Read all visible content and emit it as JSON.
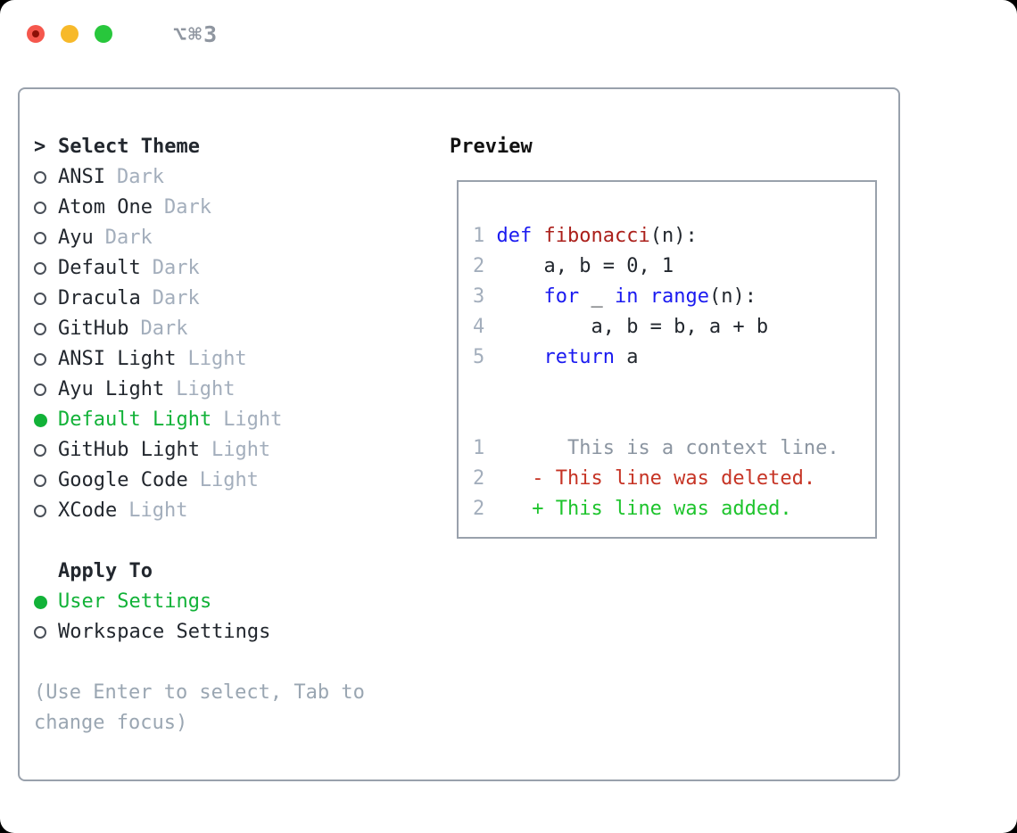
{
  "window": {
    "title": "⌥⌘3",
    "traffic_lights": [
      {
        "name": "close",
        "color": "#f5574d",
        "dot": "#8c1007"
      },
      {
        "name": "minimize",
        "color": "#f7b92a"
      },
      {
        "name": "zoom",
        "color": "#28c73c"
      }
    ]
  },
  "theme_panel": {
    "header": {
      "cursor": ">",
      "label": "Select Theme"
    },
    "items": [
      {
        "name": "ANSI",
        "tag": "Dark",
        "selected": false
      },
      {
        "name": "Atom One",
        "tag": "Dark",
        "selected": false
      },
      {
        "name": "Ayu",
        "tag": "Dark",
        "selected": false
      },
      {
        "name": "Default",
        "tag": "Dark",
        "selected": false
      },
      {
        "name": "Dracula",
        "tag": "Dark",
        "selected": false
      },
      {
        "name": "GitHub",
        "tag": "Dark",
        "selected": false
      },
      {
        "name": "ANSI Light",
        "tag": "Light",
        "selected": false
      },
      {
        "name": "Ayu Light",
        "tag": "Light",
        "selected": false
      },
      {
        "name": "Default Light",
        "tag": "Light",
        "selected": true
      },
      {
        "name": "GitHub Light",
        "tag": "Light",
        "selected": false
      },
      {
        "name": "Google Code",
        "tag": "Light",
        "selected": false
      },
      {
        "name": "XCode",
        "tag": "Light",
        "selected": false
      }
    ],
    "apply_to": {
      "header": "Apply To",
      "items": [
        {
          "name": "User Settings",
          "selected": true
        },
        {
          "name": "Workspace Settings",
          "selected": false
        }
      ]
    },
    "help_text": "(Use Enter to select, Tab to change focus)"
  },
  "preview": {
    "label": "Preview",
    "code_lines": [
      {
        "num": "1",
        "tokens": [
          [
            "def",
            "keyword"
          ],
          [
            " ",
            "plain"
          ],
          [
            "fibonacci",
            "function"
          ],
          [
            "(n):",
            "plain"
          ]
        ]
      },
      {
        "num": "2",
        "tokens": [
          [
            "    a, b = 0, 1",
            "plain"
          ]
        ]
      },
      {
        "num": "3",
        "tokens": [
          [
            "    ",
            "plain"
          ],
          [
            "for",
            "keyword"
          ],
          [
            " _ ",
            "plain"
          ],
          [
            "in",
            "keyword"
          ],
          [
            " ",
            "plain"
          ],
          [
            "range",
            "keyword"
          ],
          [
            "(n):",
            "plain"
          ]
        ]
      },
      {
        "num": "4",
        "tokens": [
          [
            "        a, b = b, a + b",
            "plain"
          ]
        ]
      },
      {
        "num": "5",
        "tokens": [
          [
            "    ",
            "plain"
          ],
          [
            "return",
            "keyword"
          ],
          [
            " a",
            "plain"
          ]
        ]
      }
    ],
    "blank_lines_between": 2,
    "diff_lines": [
      {
        "num": "1",
        "marker": "",
        "text": "This is a context line.",
        "kind": "context"
      },
      {
        "num": "2",
        "marker": "-",
        "text": "This line was deleted.",
        "kind": "deleted"
      },
      {
        "num": "2",
        "marker": "+",
        "text": "This line was added.",
        "kind": "added"
      }
    ]
  },
  "colors": {
    "accent_green": "#12b238",
    "keyword": "#1a1af0",
    "function_name": "#ab201b",
    "code_plain": "#22272e",
    "line_number": "#a3aebc",
    "context": "#8b95a1",
    "deleted": "#c63425",
    "added": "#1ec42d",
    "tag_gray": "#a3aebc",
    "help_gray": "#9aa6b2",
    "border_gray": "#99a1ac",
    "title_gray": "#8f96a0"
  }
}
